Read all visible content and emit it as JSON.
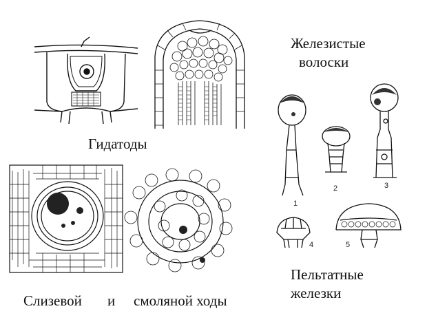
{
  "labels": {
    "hydathodes": "Гидатоды",
    "glandular_hairs": [
      "Железистые",
      "волоски"
    ],
    "ducts": {
      "mucilage": "Слизевой",
      "and": "и",
      "resin": "смоляной ходы"
    },
    "peltate_glands": [
      "Пельтатные",
      "железки"
    ]
  },
  "figure_numbers": {
    "hair_1": "1",
    "hair_2": "2",
    "hair_3": "3",
    "gland_4": "4",
    "gland_5": "5"
  },
  "icons": [
    "hydathode-section-drawing",
    "leaf-tip-hydathode-drawing",
    "mucilage-duct-drawing",
    "resin-duct-drawing",
    "glandular-hair-drawing",
    "peltate-gland-drawing"
  ],
  "colors": {
    "ink": "#111111",
    "background": "#ffffff"
  }
}
